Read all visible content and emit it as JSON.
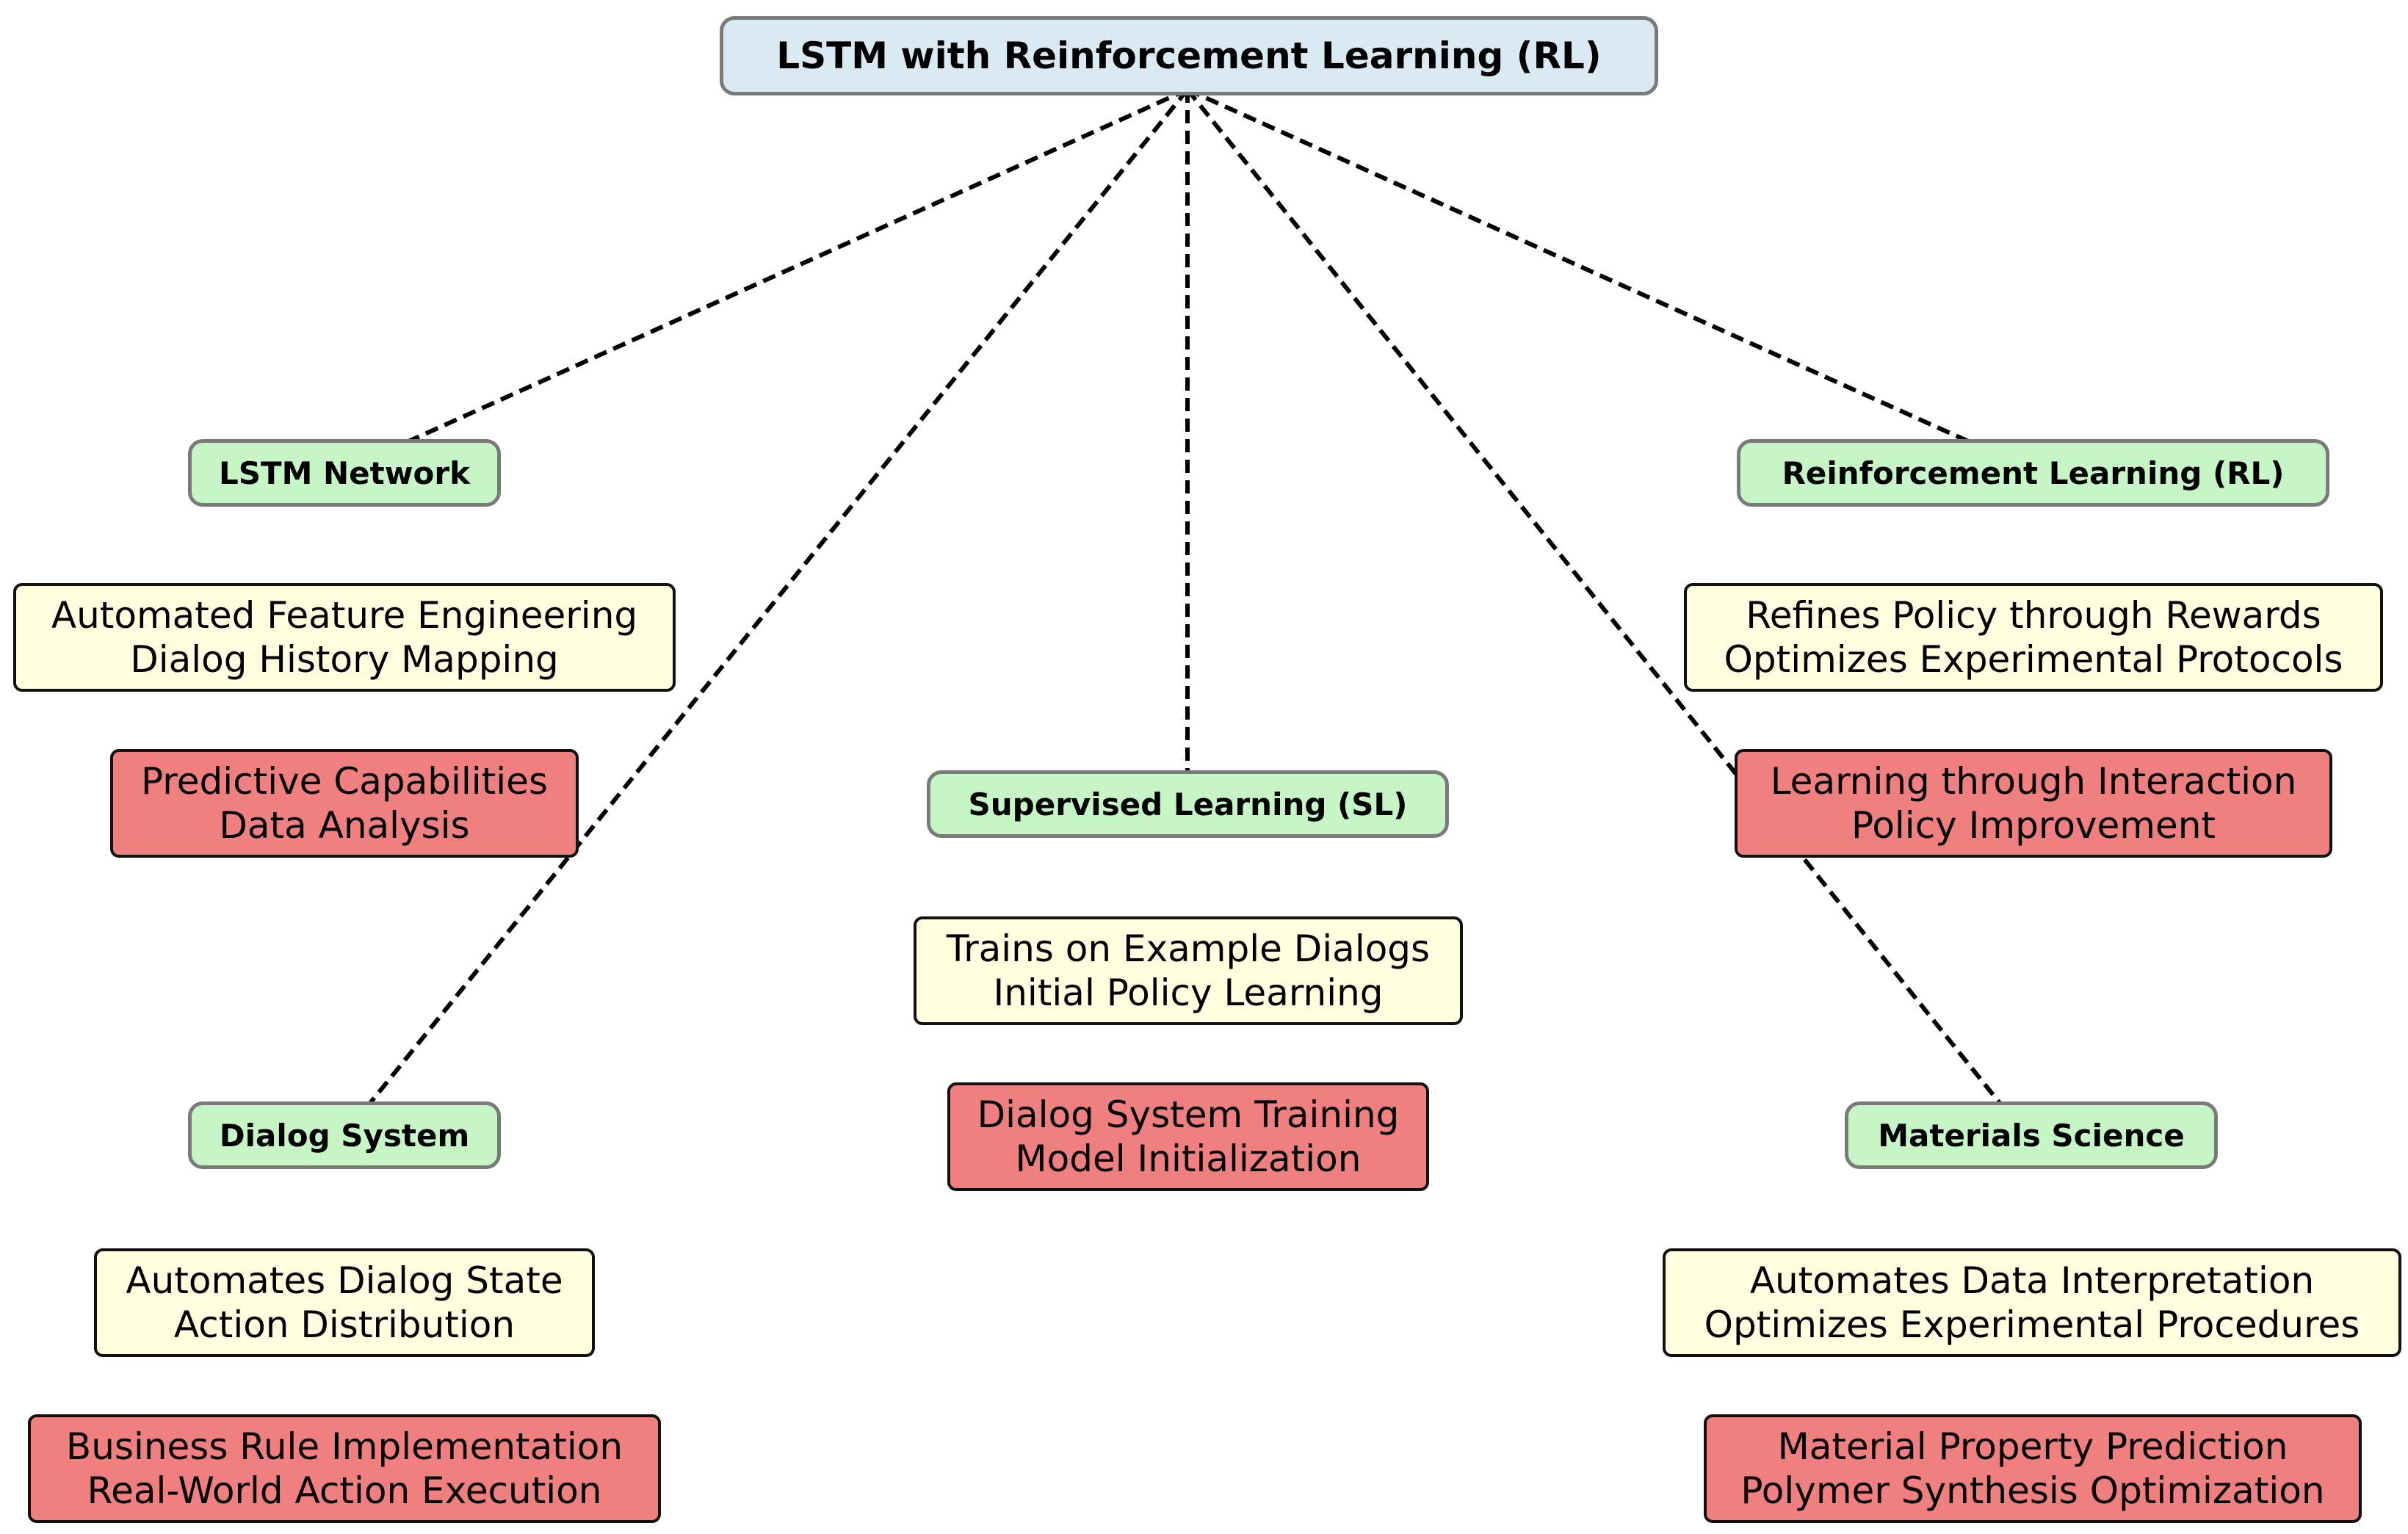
{
  "root": {
    "label": "LSTM with Reinforcement Learning (RL)"
  },
  "categories": {
    "lstm": {
      "label": "LSTM Network"
    },
    "rl": {
      "label": "Reinforcement Learning (RL)"
    },
    "sl": {
      "label": "Supervised Learning (SL)"
    },
    "dialog": {
      "label": "Dialog System"
    },
    "materials": {
      "label": "Materials Science"
    }
  },
  "details": {
    "lstm_desc": [
      "Automated Feature Engineering",
      "Dialog History Mapping"
    ],
    "lstm_app": [
      "Predictive Capabilities",
      "Data Analysis"
    ],
    "rl_desc": [
      "Refines Policy through Rewards",
      "Optimizes Experimental Protocols"
    ],
    "rl_app": [
      "Learning through Interaction",
      "Policy Improvement"
    ],
    "sl_desc": [
      "Trains on Example Dialogs",
      "Initial Policy Learning"
    ],
    "sl_app": [
      "Dialog System Training",
      "Model Initialization"
    ],
    "dialog_desc": [
      "Automates Dialog State",
      "Action Distribution"
    ],
    "dialog_app": [
      "Business Rule Implementation",
      "Real-World Action Execution"
    ],
    "materials_desc": [
      "Automates Data Interpretation",
      "Optimizes Experimental Procedures"
    ],
    "materials_app": [
      "Material Property Prediction",
      "Polymer Synthesis Optimization"
    ]
  },
  "colors": {
    "root_fill": "#d9eaf2",
    "category_fill": "#c6f5c6",
    "description_fill": "#ffffe0",
    "application_fill": "#f08080",
    "edge": "#000000"
  }
}
